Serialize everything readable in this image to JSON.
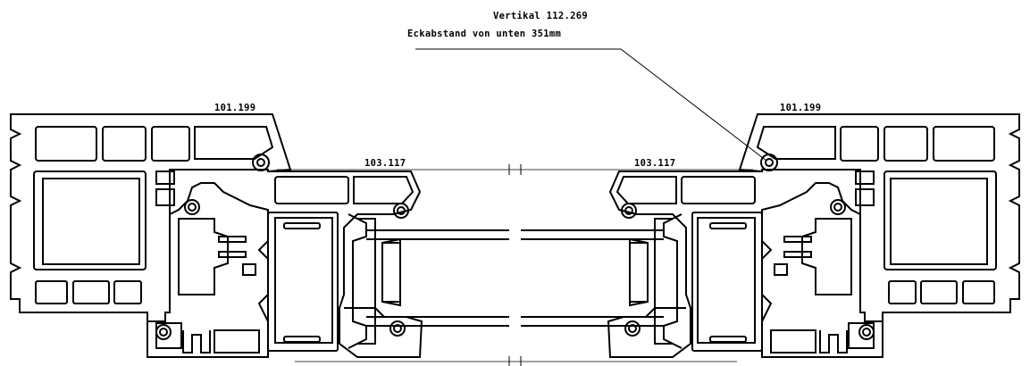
{
  "annotation": {
    "line1": "Vertikal 112.269",
    "line2": "Eckabstand von unten 351mm"
  },
  "labels": {
    "frame_left": "101.199",
    "frame_right": "101.199",
    "sash_left": "103.117",
    "sash_right": "103.117"
  },
  "colors": {
    "line": "#000000",
    "background": "#ffffff"
  }
}
